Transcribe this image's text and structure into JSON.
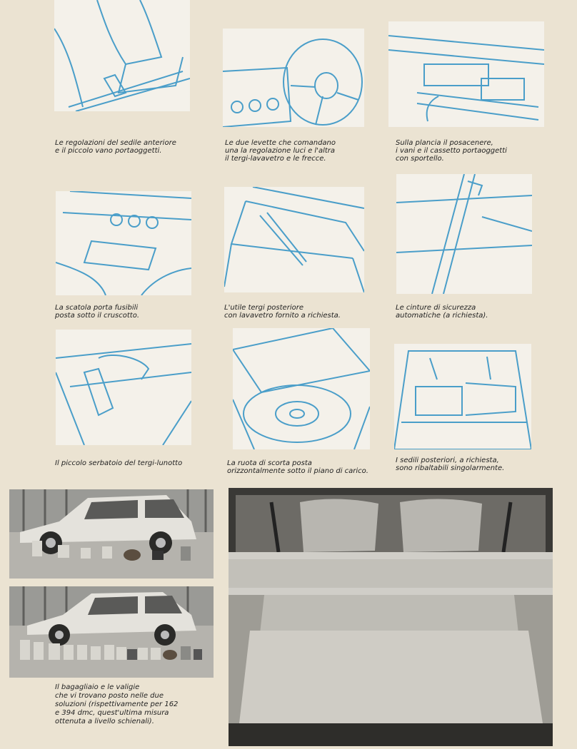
{
  "captions": [
    "Le regolazioni del sedile anteriore\ne il piccolo vano portaoggetti.",
    "Le due levette che comandano\nuna la regolazione luci e l'altra\nil tergi-lavavetro e le frecce.",
    "Sulla plancia il posacenere,\ni vani e il cassetto portaoggetti\ncon sportello.",
    "La scatola porta fusibili\nposta sotto il cruscotto.",
    "L'utile tergi posteriore\ncon lavavetro fornito a richiesta.",
    "Le cinture di sicurezza\nautomatiche (a richiesta).",
    "Il piccolo serbatoio del tergi-lunotto",
    "La ruota di scorta posta\norizzontalmente sotto il piano di carico.",
    "I sedili posteriori, a richiesta,\nsono ribaltabili singolarmente."
  ],
  "photo_caption": "Il bagagliaio e le valigie\nche vi trovano posto nelle due\nsoluzioni (rispettivamente per 162\ne 394 dmc, quest'ultima misura\nottenuta a livello schienali).",
  "colors": {
    "ink_blue": "#4a9ec9",
    "paper": "#ebe3d2"
  },
  "icons": [
    "seat-illustration",
    "steering-wheel-illustration",
    "dashboard-illustration",
    "fuse-box-illustration",
    "rear-wiper-illustration",
    "seatbelt-illustration",
    "washer-tank-illustration",
    "spare-wheel-illustration",
    "rear-seats-illustration"
  ]
}
